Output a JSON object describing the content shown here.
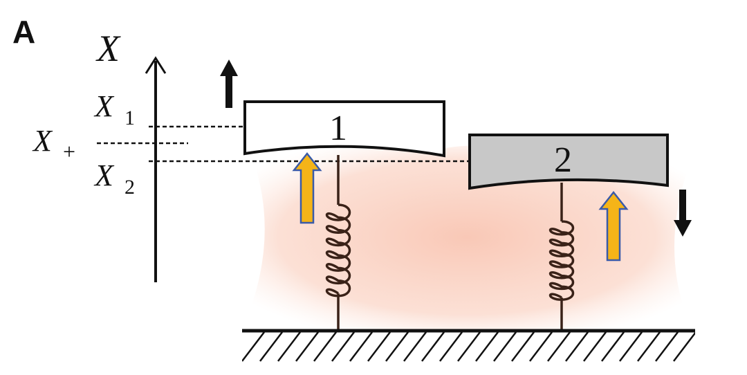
{
  "panel_label": "A",
  "axis": {
    "label": "X",
    "levels": [
      {
        "symbol": "X",
        "subscript": "1"
      },
      {
        "symbol": "X",
        "subscript": "+"
      },
      {
        "symbol": "X",
        "subscript": "2"
      }
    ]
  },
  "plates": [
    {
      "number": "1",
      "fill": "#ffffff",
      "motion": "up"
    },
    {
      "number": "2",
      "fill": "#c8c8c8",
      "motion": "down"
    }
  ],
  "colors": {
    "stroke": "#111111",
    "spring": "#3a2218",
    "force_arrow_fill": "#f5b418",
    "force_arrow_edge": "#3a5aa8",
    "glow": "#f7b7a0"
  },
  "icons": {
    "motion_up": "thick-up-arrow-icon",
    "motion_down": "thick-down-arrow-icon",
    "force": "hollow-up-arrow-icon",
    "ground": "hatched-ground-icon"
  }
}
